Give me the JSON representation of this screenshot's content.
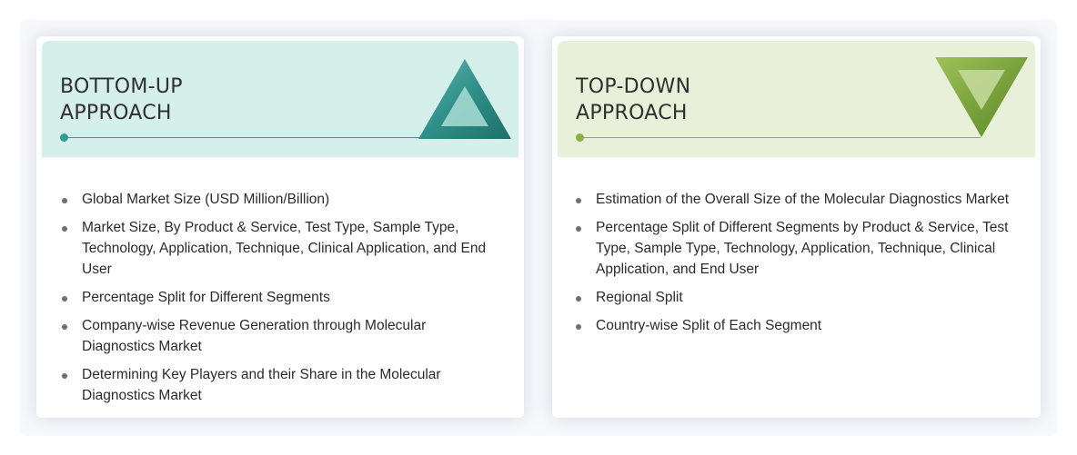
{
  "bottom_up": {
    "title_line1": "BOTTOM-UP",
    "title_line2": "APPROACH",
    "colors": {
      "header": "#d5efea",
      "accent": "#2d9d93"
    },
    "icon": "upward-triangle-icon",
    "points": [
      "Global Market Size (USD Million/Billion)",
      "Market Size, By Product & Service, Test Type, Sample Type, Technology, Application, Technique, Clinical Application, and End User",
      "Percentage Split for Different Segments",
      "Company-wise Revenue Generation through Molecular Diagnostics Market",
      "Determining Key Players and their Share in the Molecular Diagnostics Market"
    ]
  },
  "top_down": {
    "title_line1": "TOP-DOWN",
    "title_line2": "APPROACH",
    "colors": {
      "header": "#e9f0d9",
      "accent": "#8cb040"
    },
    "icon": "downward-triangle-icon",
    "points": [
      "Estimation of the Overall Size of the Molecular Diagnostics Market",
      "Percentage Split of Different Segments by Product & Service, Test Type, Sample Type, Technology, Application, Technique, Clinical Application, and End User",
      "Regional Split",
      "Country-wise Split of Each Segment"
    ]
  }
}
